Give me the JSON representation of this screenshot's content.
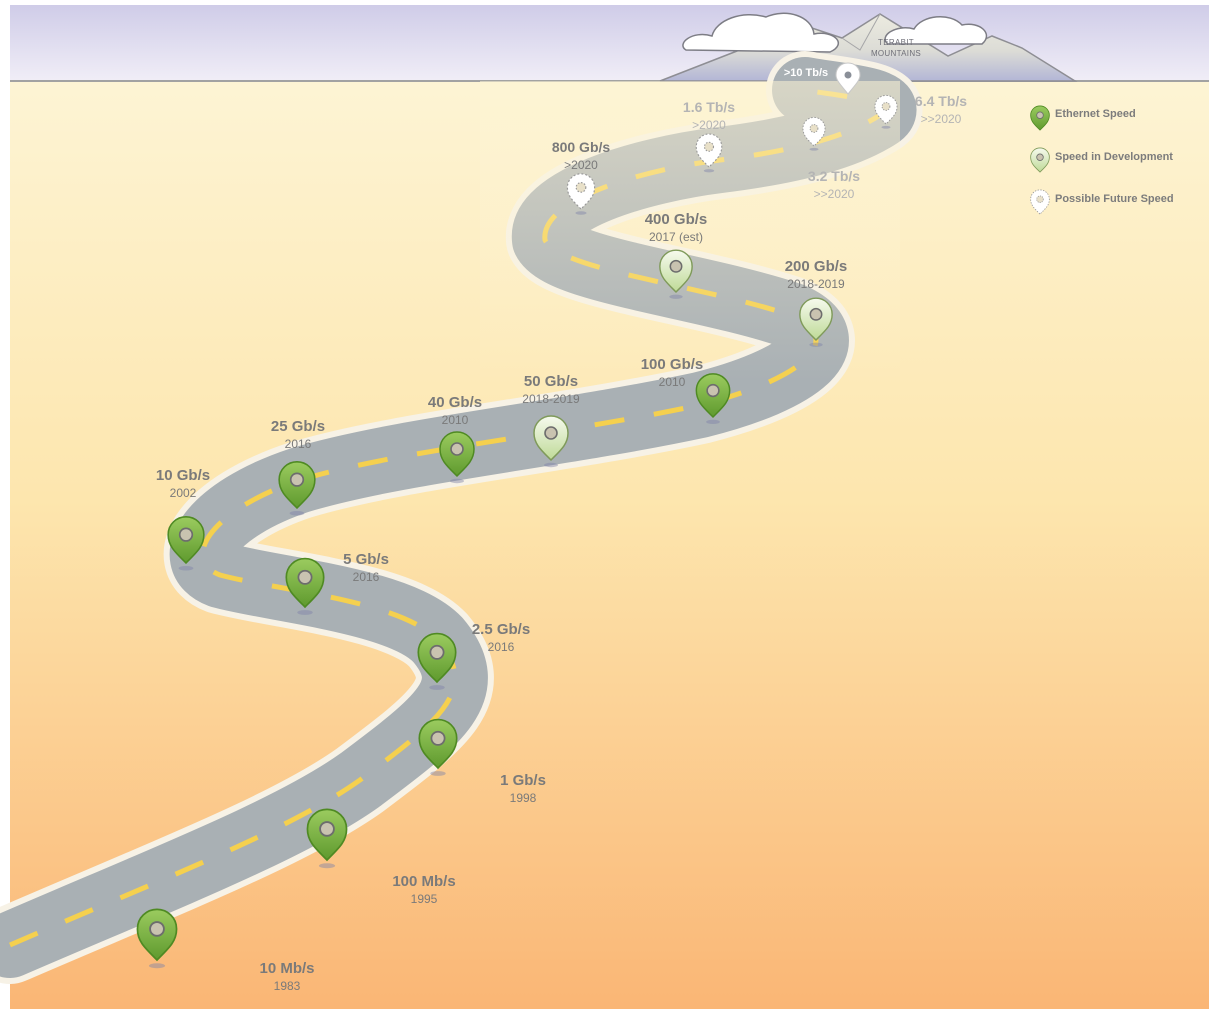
{
  "mountains_label": [
    "TERABIT",
    "MOUNTAINS"
  ],
  "top_speed": ">10 Tb/s",
  "legend": [
    {
      "label": "Ethernet Speed",
      "kind": "ethernet"
    },
    {
      "label": "Speed in Development",
      "kind": "development"
    },
    {
      "label": "Possible Future Speed",
      "kind": "future"
    }
  ],
  "milestones": [
    {
      "speed": "10 Mb/s",
      "year": "1983",
      "kind": "ethernet"
    },
    {
      "speed": "100 Mb/s",
      "year": "1995",
      "kind": "ethernet"
    },
    {
      "speed": "1 Gb/s",
      "year": "1998",
      "kind": "ethernet"
    },
    {
      "speed": "2.5 Gb/s",
      "year": "2016",
      "kind": "ethernet"
    },
    {
      "speed": "5 Gb/s",
      "year": "2016",
      "kind": "ethernet"
    },
    {
      "speed": "10 Gb/s",
      "year": "2002",
      "kind": "ethernet"
    },
    {
      "speed": "25 Gb/s",
      "year": "2016",
      "kind": "ethernet"
    },
    {
      "speed": "40 Gb/s",
      "year": "2010",
      "kind": "ethernet"
    },
    {
      "speed": "50 Gb/s",
      "year": "2018-2019",
      "kind": "development"
    },
    {
      "speed": "100 Gb/s",
      "year": "2010",
      "kind": "ethernet"
    },
    {
      "speed": "200 Gb/s",
      "year": "2018-2019",
      "kind": "development"
    },
    {
      "speed": "400 Gb/s",
      "year": "2017 (est)",
      "kind": "development"
    },
    {
      "speed": "800 Gb/s",
      "year": ">2020",
      "kind": "future"
    },
    {
      "speed": "1.6 Tb/s",
      "year": ">2020",
      "kind": "future"
    },
    {
      "speed": "3.2 Tb/s",
      "year": ">>2020",
      "kind": "future"
    },
    {
      "speed": "6.4 Tb/s",
      "year": ">>2020",
      "kind": "future"
    }
  ],
  "colors": {
    "ethernet": "#7fb744",
    "development": "#dcebc4",
    "future": "#ffffff",
    "road": "#a9b0b4",
    "lane": "#f5d04e",
    "sky_top": "#d4d2ea",
    "ground_top": "#fdf3d2",
    "ground_bottom": "#fab977"
  }
}
